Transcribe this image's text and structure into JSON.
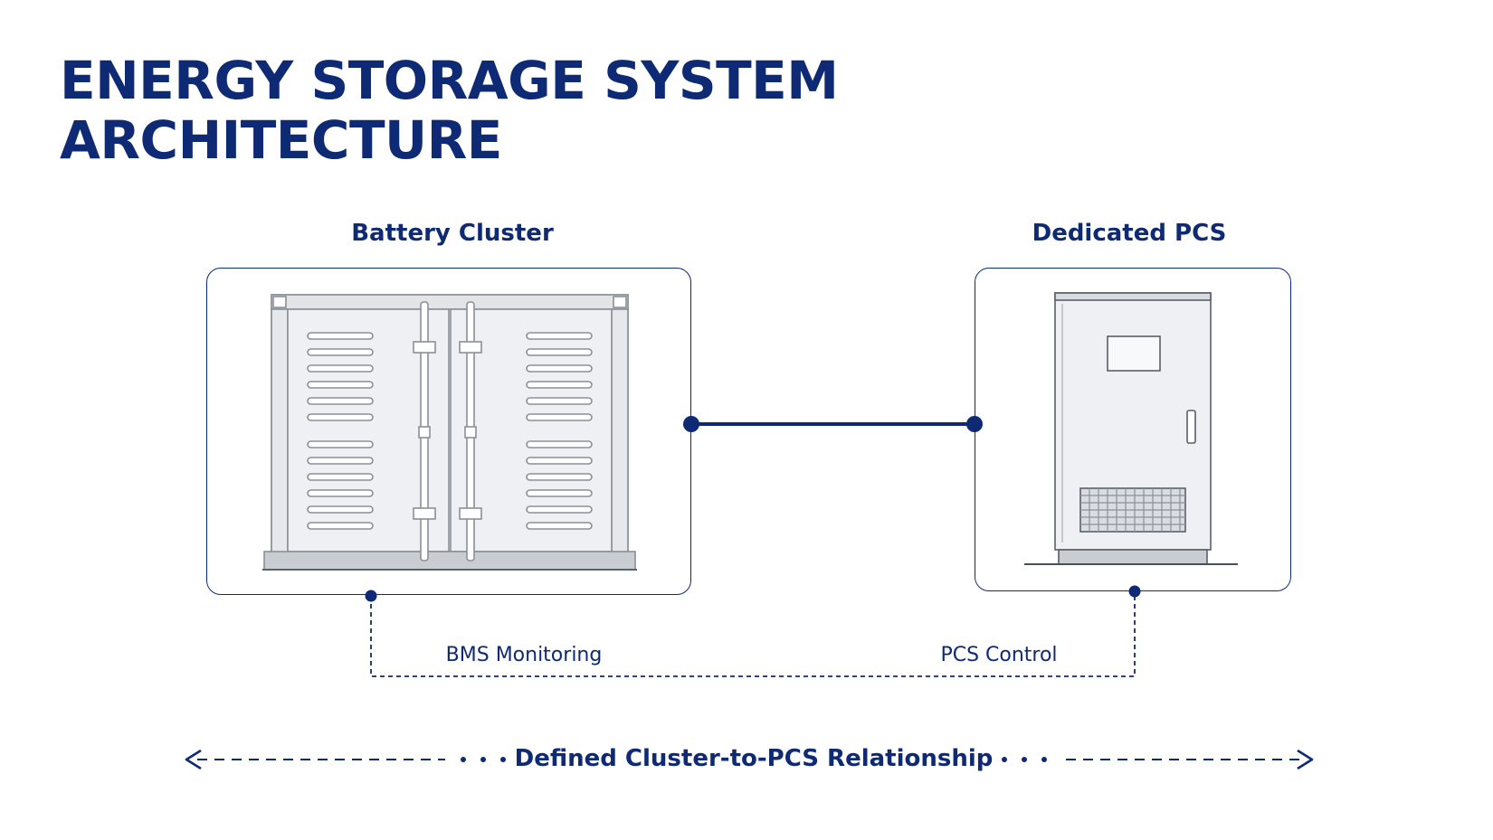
{
  "page": {
    "title_line1": "ENERGY STORAGE SYSTEM",
    "title_line2": "ARCHITECTURE"
  },
  "battery": {
    "label": "Battery Cluster"
  },
  "pcs": {
    "label": "Dedicated PCS"
  },
  "links": {
    "bms_label": "BMS Monitoring",
    "pcs_control_label": "PCS Control",
    "relationship_label": "Defined Cluster-to-PCS Relationship"
  },
  "colors": {
    "navy": "#0f2a74",
    "line_gray": "#8a8f98",
    "fill_gray": "#eceef1",
    "fill_dark": "#c9ccd1"
  },
  "icons": {
    "battery": "battery-container-icon",
    "pcs": "power-cabinet-icon",
    "left_arrow": "arrow-left-icon",
    "right_arrow": "arrow-right-icon"
  }
}
